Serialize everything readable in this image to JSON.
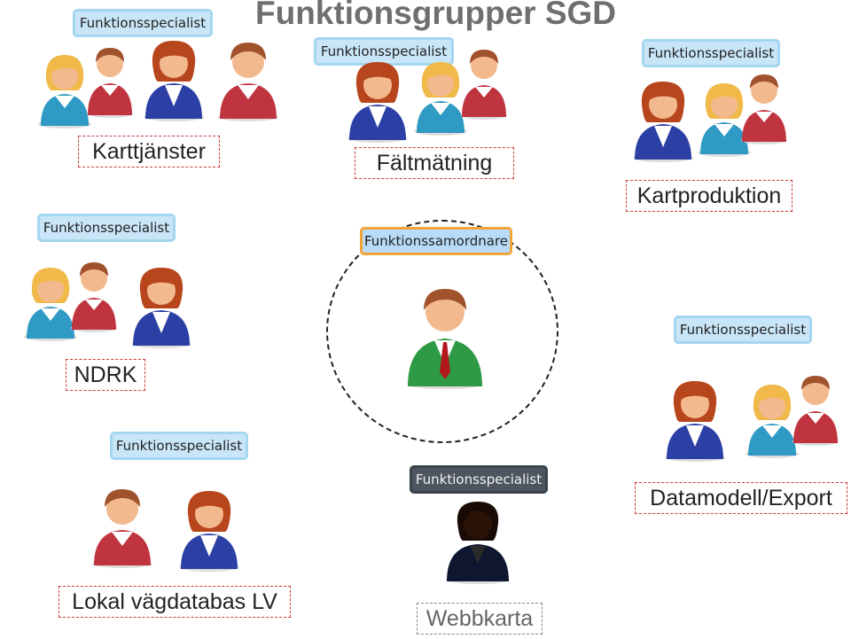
{
  "title": "Funktionsgrupper SGD",
  "coordinator": {
    "role": "Funktionssamordnare",
    "person": "man-green"
  },
  "groups": [
    {
      "name": "Karttjänster",
      "role": "Funktionsspecialist",
      "people": [
        "woman-blonde",
        "man-red",
        "woman-blue",
        "man-red"
      ]
    },
    {
      "name": "Fältmätning",
      "role": "Funktionsspecialist",
      "people": [
        "woman-blue",
        "woman-blonde",
        "man-red"
      ]
    },
    {
      "name": "Kartproduktion",
      "role": "Funktionsspecialist",
      "people": [
        "woman-blue",
        "woman-blonde",
        "man-red"
      ]
    },
    {
      "name": "NDRK",
      "role": "Funktionsspecialist",
      "people": [
        "woman-blonde",
        "man-red",
        "woman-blue"
      ]
    },
    {
      "name": "Datamodell/Export",
      "role": "Funktionsspecialist",
      "people": [
        "woman-blue",
        "woman-blonde",
        "man-red"
      ]
    },
    {
      "name": "Lokal vägdatabas LV",
      "role": "Funktionsspecialist",
      "people": [
        "man-red",
        "woman-blue"
      ]
    },
    {
      "name": "Webbkarta",
      "role": "Funktionsspecialist",
      "people": [
        "silhouette"
      ]
    }
  ],
  "colors": {
    "role_fill": "#c8e6f7",
    "role_border": "#a4d6f1",
    "coordinator_border": "#f2a33a",
    "group_border": "#cf3a3a",
    "webbkarta_role_fill": "#4d5560"
  }
}
